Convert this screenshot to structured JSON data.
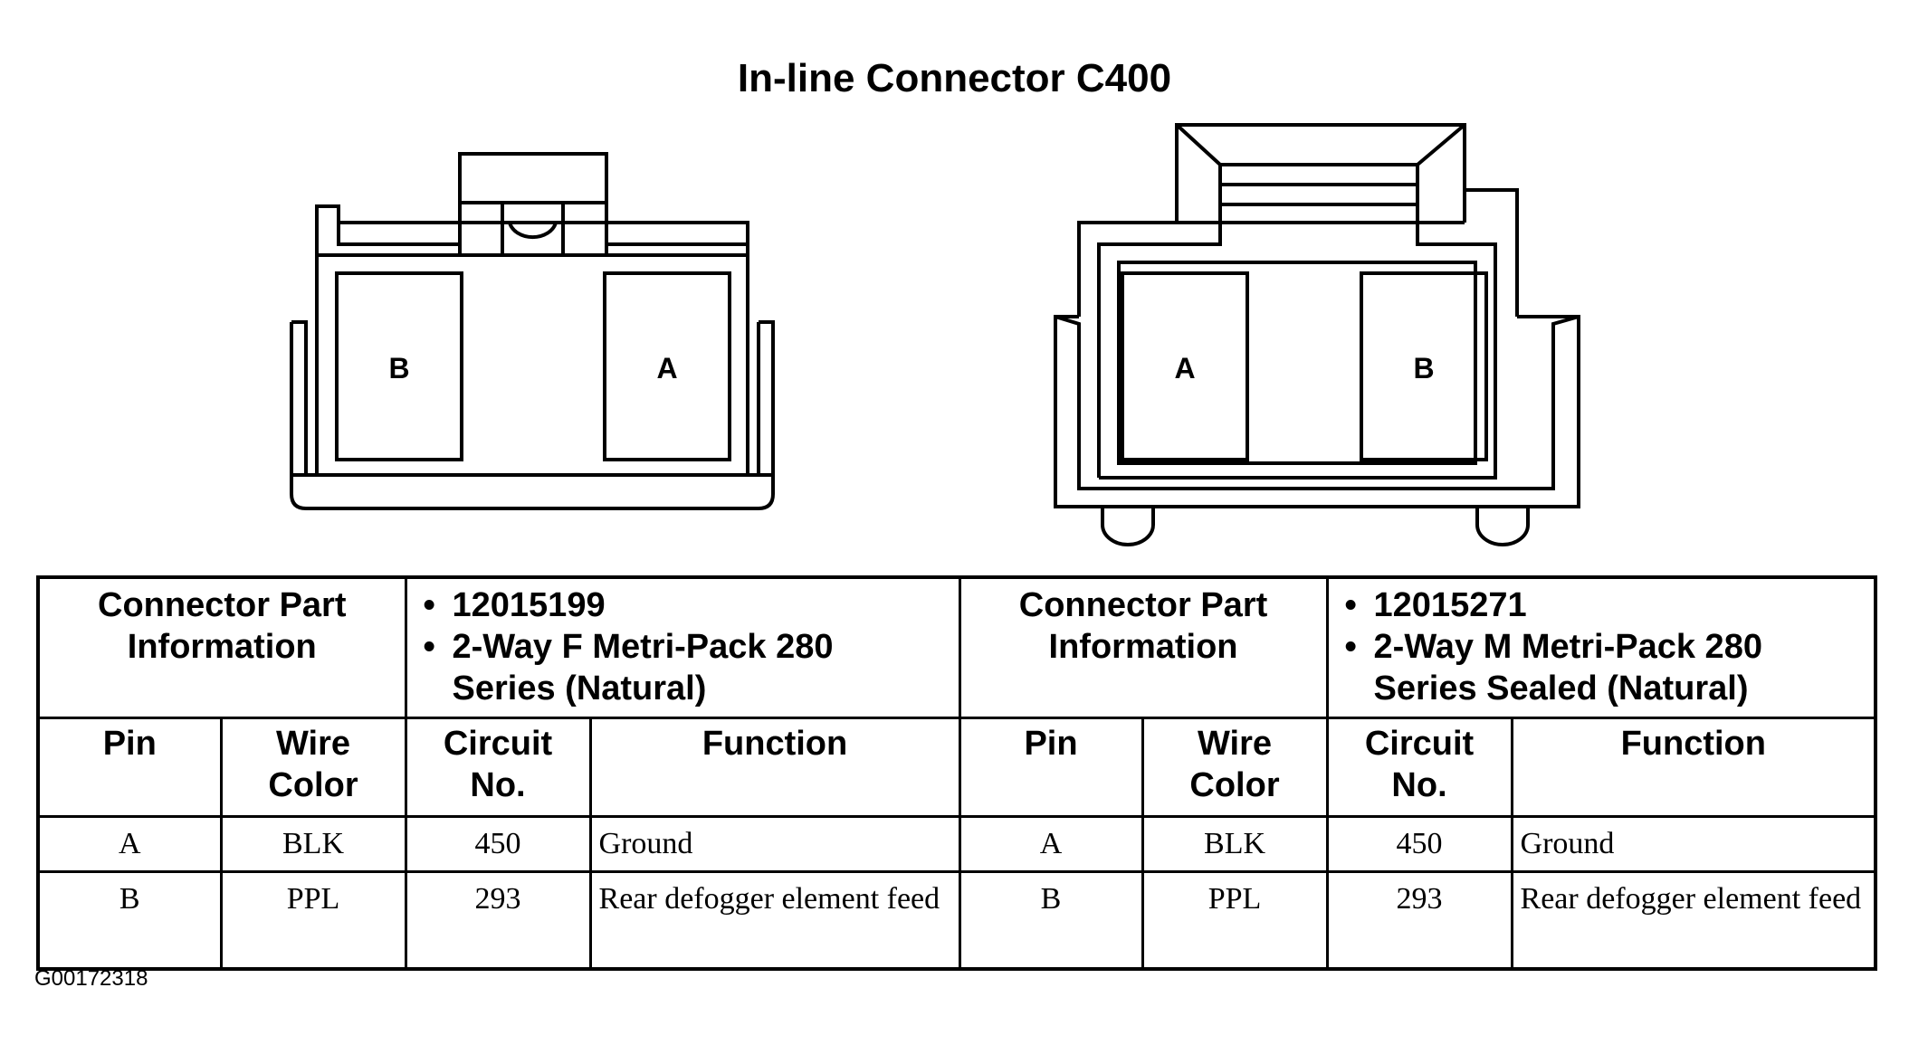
{
  "title": "In-line Connector C400",
  "connectors": [
    {
      "pins": [
        "B",
        "A"
      ]
    },
    {
      "pins": [
        "A",
        "B"
      ]
    }
  ],
  "table": {
    "info_label": [
      "Connector Part",
      "Information"
    ],
    "left": {
      "part_info": [
        "12015199",
        "2-Way F Metri-Pack 280",
        "Series (Natural)"
      ],
      "headers": {
        "pin": "Pin",
        "wire_color": [
          "Wire",
          "Color"
        ],
        "circuit": [
          "Circuit",
          "No."
        ],
        "function": "Function"
      },
      "rows": [
        {
          "pin": "A",
          "wire_color": "BLK",
          "circuit": "450",
          "function": "Ground"
        },
        {
          "pin": "B",
          "wire_color": "PPL",
          "circuit": "293",
          "function": "Rear defogger element feed"
        }
      ]
    },
    "right": {
      "part_info": [
        "12015271",
        "2-Way M Metri-Pack 280",
        "Series Sealed (Natural)"
      ],
      "headers": {
        "pin": "Pin",
        "wire_color": [
          "Wire",
          "Color"
        ],
        "circuit": [
          "Circuit",
          "No."
        ],
        "function": "Function"
      },
      "rows": [
        {
          "pin": "A",
          "wire_color": "BLK",
          "circuit": "450",
          "function": "Ground"
        },
        {
          "pin": "B",
          "wire_color": "PPL",
          "circuit": "293",
          "function": "Rear defogger element feed"
        }
      ]
    }
  },
  "figure_id": "G00172318",
  "bullet": "•"
}
